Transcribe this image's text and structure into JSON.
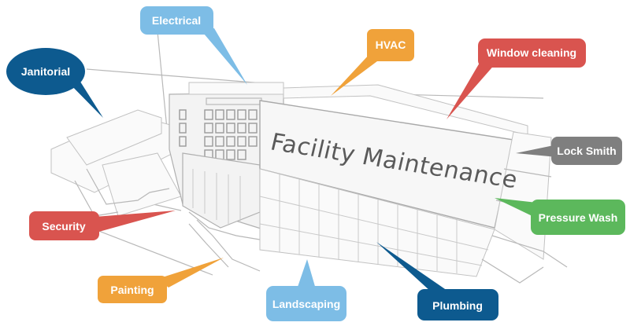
{
  "title": "Facility Maintenance",
  "colors": {
    "light_blue": "#7dbde6",
    "navy": "#0d5a8f",
    "orange": "#f0a23a",
    "red": "#d9544f",
    "gray": "#7f7f7f",
    "green": "#5cb85c"
  },
  "callouts": [
    {
      "id": "janitorial",
      "label": "Janitorial",
      "color": "navy",
      "shape": "ellipse"
    },
    {
      "id": "electrical",
      "label": "Electrical",
      "color": "light_blue",
      "shape": "rect"
    },
    {
      "id": "hvac",
      "label": "HVAC",
      "color": "orange",
      "shape": "rect"
    },
    {
      "id": "window-cleaning",
      "label": "Window cleaning",
      "color": "red",
      "shape": "rect"
    },
    {
      "id": "lock-smith",
      "label": "Lock Smith",
      "color": "gray",
      "shape": "rect"
    },
    {
      "id": "pressure-wash",
      "label": "Pressure Wash",
      "color": "green",
      "shape": "rect"
    },
    {
      "id": "security",
      "label": "Security",
      "color": "red",
      "shape": "rect"
    },
    {
      "id": "painting",
      "label": "Painting",
      "color": "orange",
      "shape": "rect"
    },
    {
      "id": "landscaping",
      "label": "Landscaping",
      "color": "light_blue",
      "shape": "rect"
    },
    {
      "id": "plumbing",
      "label": "Plumbing",
      "color": "navy",
      "shape": "rect"
    }
  ]
}
